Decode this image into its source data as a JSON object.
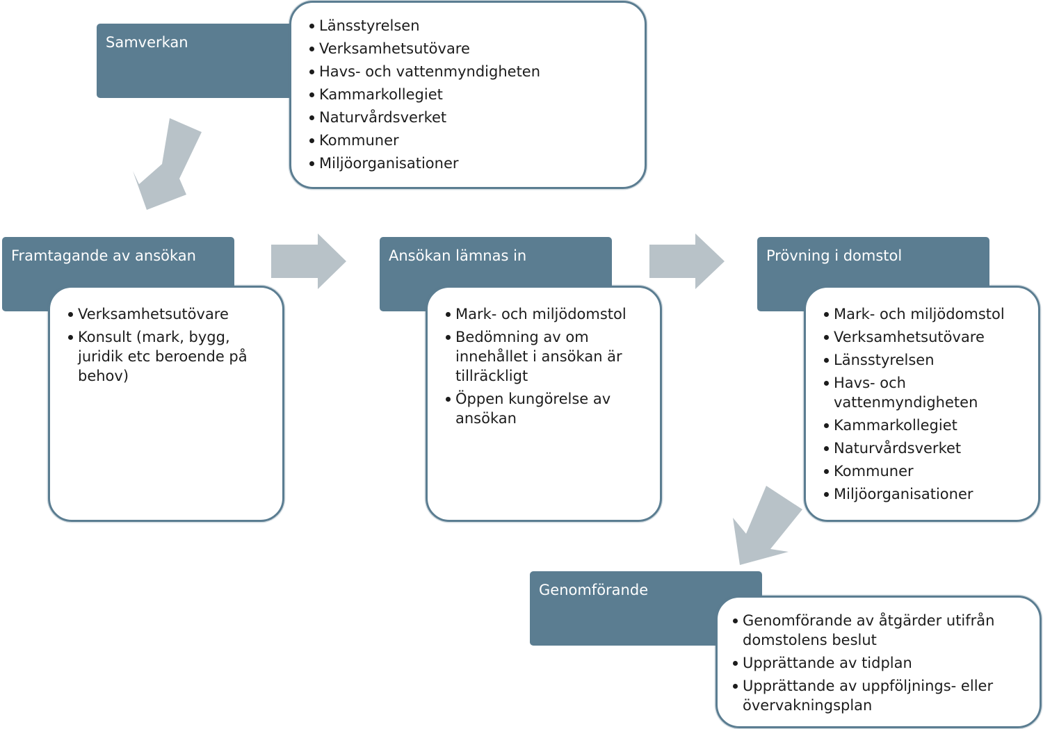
{
  "colors": {
    "header_fill": "#5b7d91",
    "card_border": "#5b7d91",
    "arrow_fill": "#b8c2c8"
  },
  "samverkan": {
    "title": "Samverkan",
    "items": [
      "Länsstyrelsen",
      "Verksamhetsutövare",
      "Havs- och vattenmyndigheten",
      "Kammarkollegiet",
      "Naturvårdsverket",
      "Kommuner",
      "Miljöorganisationer"
    ]
  },
  "framtagande": {
    "title": "Framtagande av ansökan",
    "items": [
      "Verksamhetsutövare",
      "Konsult (mark, bygg, juridik etc beroende på behov)"
    ]
  },
  "ansokan": {
    "title": "Ansökan lämnas in",
    "items": [
      "Mark- och miljödomstol",
      "Bedömning av om innehållet i ansökan är tillräckligt",
      "Öppen kungörelse av ansökan"
    ]
  },
  "provning": {
    "title": "Prövning i domstol",
    "items": [
      "Mark- och miljödomstol",
      "Verksamhetsutövare",
      "Länsstyrelsen",
      "Havs- och vattenmyndigheten",
      "Kammarkollegiet",
      "Naturvårdsverket",
      "Kommuner",
      "Miljöorganisationer"
    ]
  },
  "genomforande": {
    "title": "Genomförande",
    "items": [
      "Genomförande av åtgärder utifrån domstolens beslut",
      "Upprättande av tidplan",
      "Upprättande av uppföljnings- eller övervakningsplan"
    ]
  },
  "arrows": [
    {
      "name": "arrow-samverkan-to-framtagande-icon",
      "direction": "down-left"
    },
    {
      "name": "arrow-framtagande-to-ansokan-icon",
      "direction": "right"
    },
    {
      "name": "arrow-ansokan-to-provning-icon",
      "direction": "right"
    },
    {
      "name": "arrow-provning-to-genomforande-icon",
      "direction": "down-left"
    }
  ]
}
